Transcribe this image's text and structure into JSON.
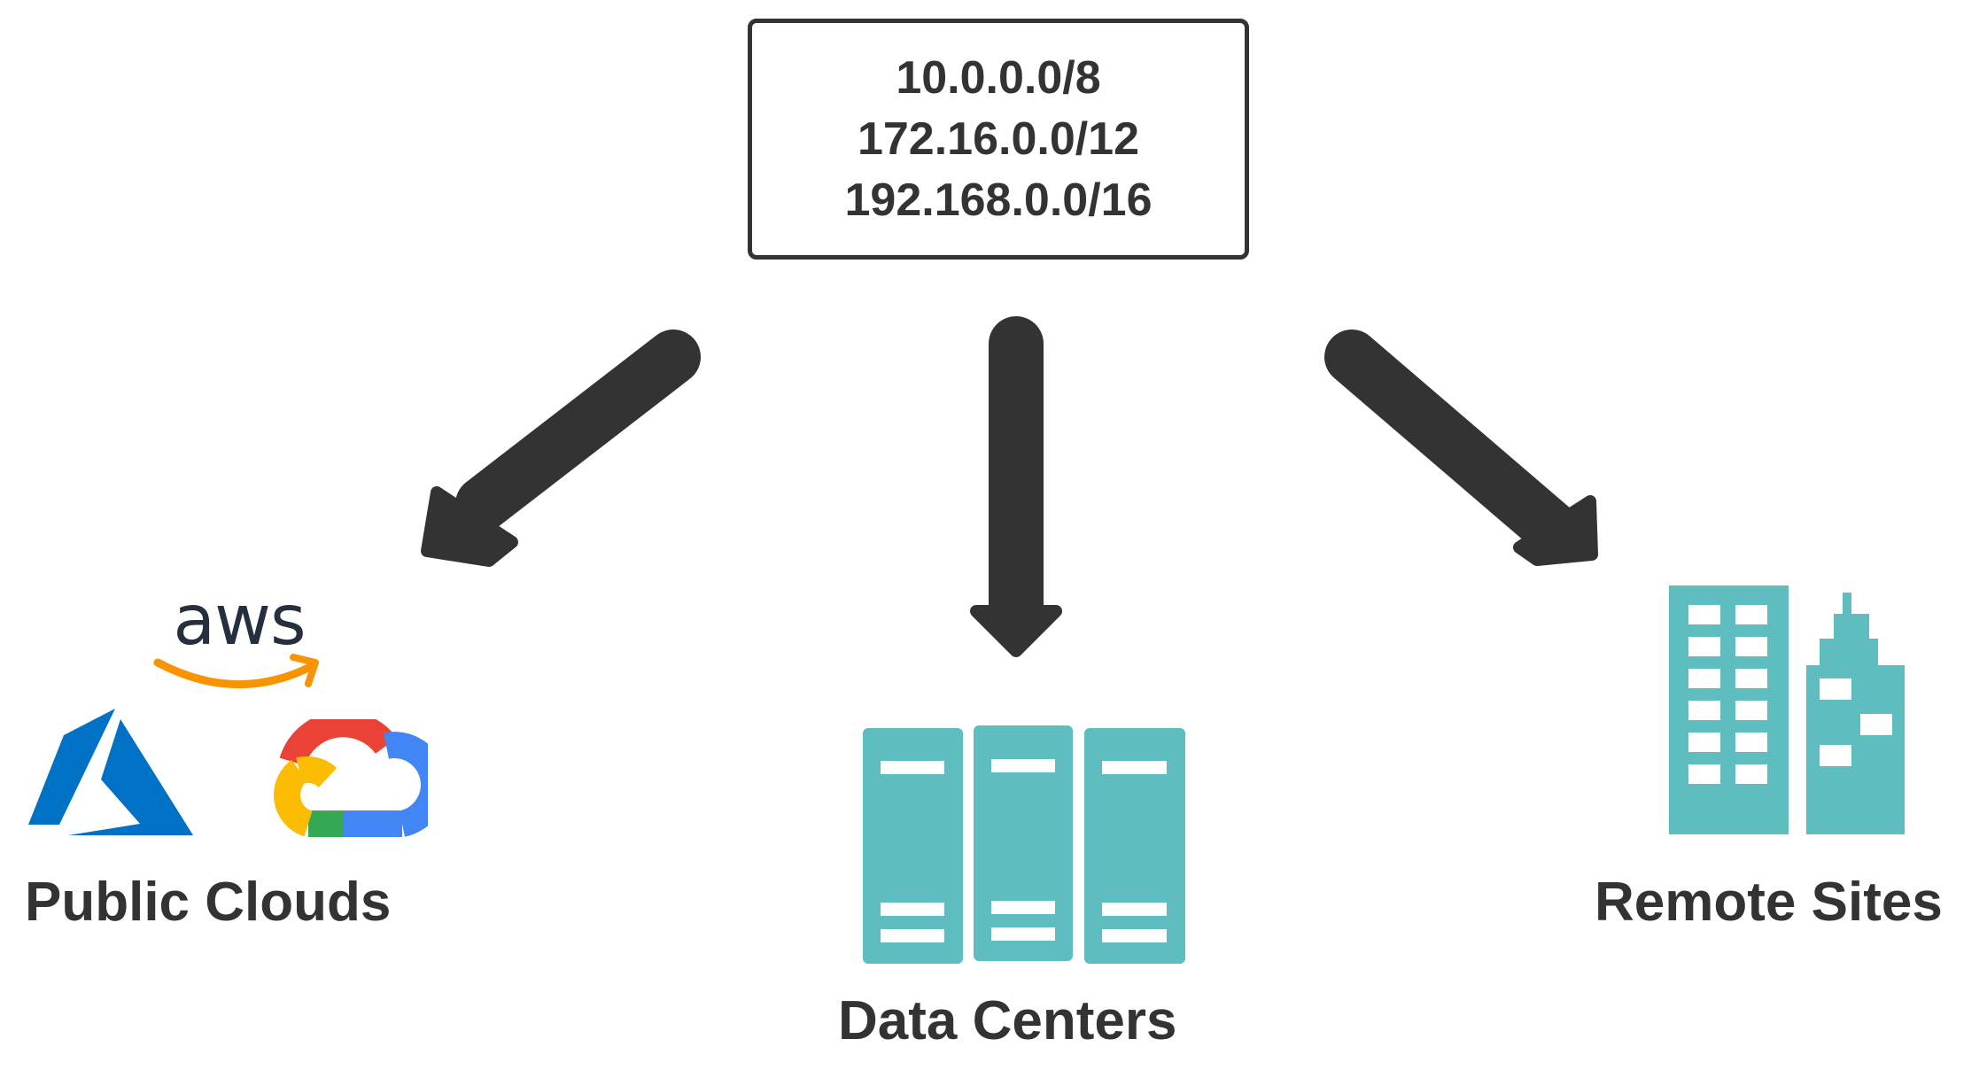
{
  "routing_table": {
    "prefixes": [
      "10.0.0.0/8",
      "172.16.0.0/12",
      "192.168.0.0/16"
    ]
  },
  "destinations": {
    "public_clouds": {
      "label": "Public Clouds",
      "icons": [
        "aws-logo-icon",
        "azure-logo-icon",
        "google-cloud-logo-icon"
      ]
    },
    "data_centers": {
      "label": "Data Centers",
      "icons": [
        "server-racks-icon"
      ]
    },
    "remote_sites": {
      "label": "Remote Sites",
      "icons": [
        "office-buildings-icon"
      ]
    }
  },
  "colors": {
    "arrow": "#333333",
    "text": "#333333",
    "teal": "#5dbdbf",
    "aws_text": "#252f3e",
    "aws_smile": "#f79400",
    "azure": "#0072c6",
    "gcp_red": "#ea4335",
    "gcp_yellow": "#fbbc04",
    "gcp_green": "#34a853",
    "gcp_blue": "#4285f4"
  }
}
